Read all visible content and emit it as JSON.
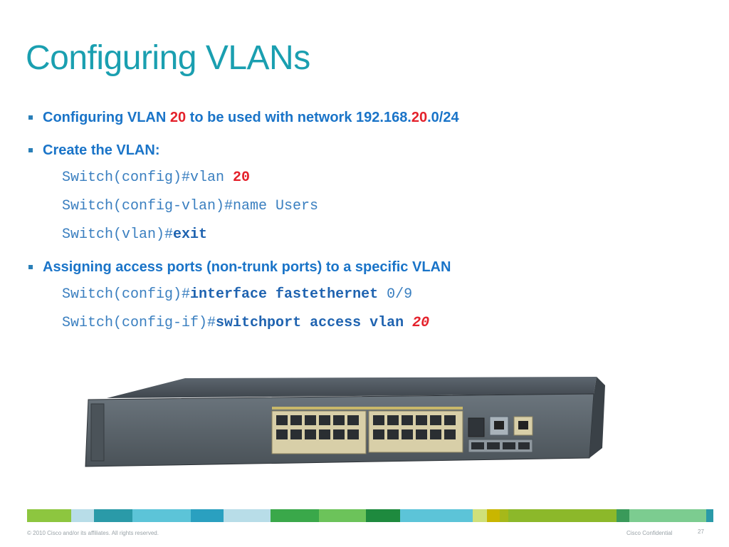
{
  "slide": {
    "title": "Configuring VLANs",
    "bullet1": {
      "part1": "Configuring VLAN ",
      "red1": "20",
      "part2": " to be used with network 192.168.",
      "red2": "20",
      "part3": ".0/24"
    },
    "bullet2": {
      "text": "Create the VLAN:"
    },
    "code_create": {
      "line1_prefix": "Switch(config)#vlan ",
      "line1_value": "20",
      "line2": "Switch(config-vlan)#name Users",
      "line3_prefix": "Switch(vlan)#",
      "line3_cmd": "exit"
    },
    "bullet3": {
      "text": "Assigning access ports (non-trunk ports) to a specific VLAN"
    },
    "code_assign": {
      "line1_prefix": "Switch(config)#",
      "line1_cmd": "interface fastethernet",
      "line1_arg": " 0/9",
      "line2_prefix": "Switch(config-if)#",
      "line2_cmd": "switchport access vlan ",
      "line2_value": "20"
    }
  },
  "footer": {
    "copyright": "© 2010 Cisco and/or its affiliates. All rights reserved.",
    "confidential": "Cisco Confidential",
    "page_number": "27"
  },
  "colors": {
    "title": "#1a9fb0",
    "bullet_text": "#1a74c8",
    "highlight": "#e4212b",
    "code": "#3a7fc0",
    "strip": [
      "#8dc63f",
      "#b8dde8",
      "#2a9aa8",
      "#5cc4d8",
      "#2aa0c0",
      "#b8dde8",
      "#3aa84a",
      "#6cc35a",
      "#1e8a3e",
      "#5cc4d8",
      "#cfe07a",
      "#a6b81a",
      "#c9b600",
      "#8cb82a",
      "#8cb82a",
      "#3a9a5a",
      "#7ccc90",
      "#2a9aa8"
    ]
  }
}
